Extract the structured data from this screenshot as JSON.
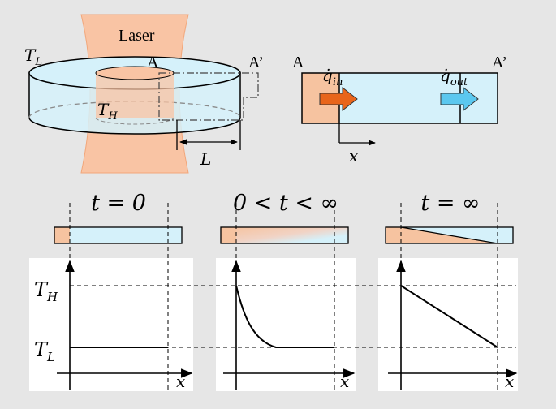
{
  "top_left": {
    "laser": "Laser",
    "t_low": "T",
    "t_low_sub": "L",
    "t_high": "T",
    "t_high_sub": "H",
    "point_a": "A",
    "point_a_prime": "A’",
    "length": "L"
  },
  "top_right": {
    "point_a": "A",
    "point_a_prime": "A’",
    "q_in": "q̇",
    "q_in_sub": "in",
    "q_out": "q̇",
    "q_out_sub": "out",
    "x_axis": "x"
  },
  "panels": [
    {
      "title": "t = 0",
      "profile": "flat"
    },
    {
      "title": "0 < t < ∞",
      "profile": "decay"
    },
    {
      "title": "t = ∞",
      "profile": "linear"
    }
  ],
  "axis_labels": {
    "t_high": "T",
    "t_high_sub": "H",
    "t_low": "T",
    "t_low_sub": "L",
    "x": "x"
  },
  "colors": {
    "hot": "#f6c3a0",
    "cold": "#d5f1fa",
    "arrow_in": "#e8651b",
    "arrow_out": "#5bc8ef",
    "laser": "#f9c4a4"
  }
}
